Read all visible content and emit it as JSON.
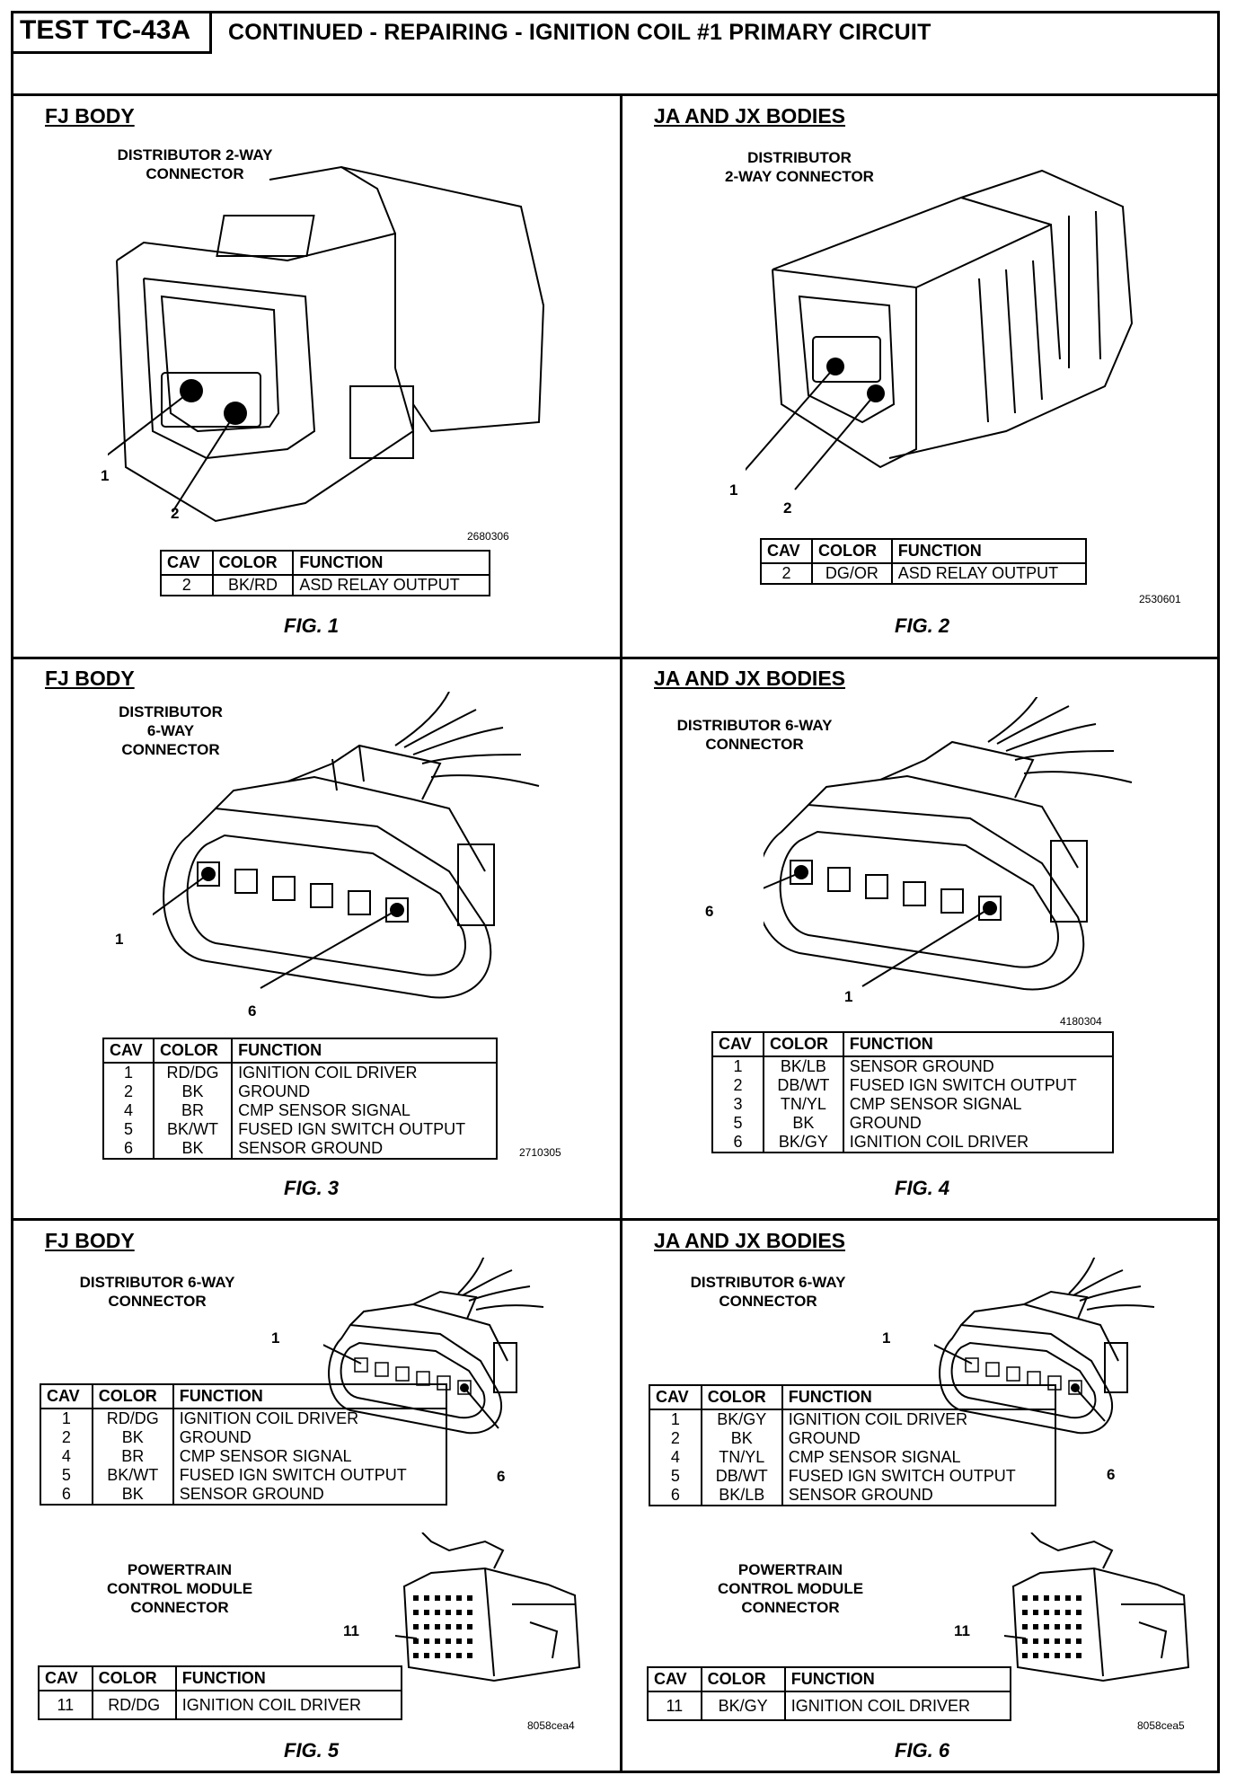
{
  "header": {
    "test_id": "TEST TC-43A",
    "title": "CONTINUED - REPAIRING - IGNITION COIL #1 PRIMARY CIRCUIT"
  },
  "columns": {
    "cav": "CAV",
    "color": "COLOR",
    "function": "FUNCTION"
  },
  "panels": {
    "fig1": {
      "body": "FJ BODY",
      "connector": "DISTRIBUTOR 2-WAY\nCONNECTOR",
      "callouts": [
        "1",
        "2"
      ],
      "code": "2680306",
      "rows": [
        {
          "cav": "2",
          "color": "BK/RD",
          "function": "ASD RELAY OUTPUT"
        }
      ],
      "caption": "FIG. 1"
    },
    "fig2": {
      "body": "JA AND JX BODIES",
      "connector": "DISTRIBUTOR\n2-WAY CONNECTOR",
      "callouts": [
        "1",
        "2"
      ],
      "code": "2530601",
      "rows": [
        {
          "cav": "2",
          "color": "DG/OR",
          "function": "ASD RELAY OUTPUT"
        }
      ],
      "caption": "FIG. 2"
    },
    "fig3": {
      "body": "FJ BODY",
      "connector": "DISTRIBUTOR\n6-WAY\nCONNECTOR",
      "callouts": [
        "1",
        "6"
      ],
      "code": "2710305",
      "rows": [
        {
          "cav": "1",
          "color": "RD/DG",
          "function": "IGNITION COIL DRIVER"
        },
        {
          "cav": "2",
          "color": "BK",
          "function": "GROUND"
        },
        {
          "cav": "4",
          "color": "BR",
          "function": "CMP SENSOR SIGNAL"
        },
        {
          "cav": "5",
          "color": "BK/WT",
          "function": "FUSED IGN SWITCH OUTPUT"
        },
        {
          "cav": "6",
          "color": "BK",
          "function": "SENSOR GROUND"
        }
      ],
      "caption": "FIG. 3"
    },
    "fig4": {
      "body": "JA AND JX BODIES",
      "connector": "DISTRIBUTOR 6-WAY\nCONNECTOR",
      "callouts": [
        "6",
        "1"
      ],
      "code": "4180304",
      "rows": [
        {
          "cav": "1",
          "color": "BK/LB",
          "function": "SENSOR GROUND"
        },
        {
          "cav": "2",
          "color": "DB/WT",
          "function": "FUSED IGN SWITCH OUTPUT"
        },
        {
          "cav": "3",
          "color": "TN/YL",
          "function": "CMP SENSOR SIGNAL"
        },
        {
          "cav": "5",
          "color": "BK",
          "function": "GROUND"
        },
        {
          "cav": "6",
          "color": "BK/GY",
          "function": "IGNITION COIL DRIVER"
        }
      ],
      "caption": "FIG. 4"
    },
    "fig5": {
      "body": "FJ BODY",
      "connector": "DISTRIBUTOR 6-WAY\nCONNECTOR",
      "callouts": [
        "1",
        "6"
      ],
      "rows": [
        {
          "cav": "1",
          "color": "RD/DG",
          "function": "IGNITION COIL DRIVER"
        },
        {
          "cav": "2",
          "color": "BK",
          "function": "GROUND"
        },
        {
          "cav": "4",
          "color": "BR",
          "function": "CMP SENSOR SIGNAL"
        },
        {
          "cav": "5",
          "color": "BK/WT",
          "function": "FUSED IGN SWITCH OUTPUT"
        },
        {
          "cav": "6",
          "color": "BK",
          "function": "SENSOR GROUND"
        }
      ],
      "pcm_label": "POWERTRAIN\nCONTROL MODULE\nCONNECTOR",
      "pcm_callout": "11",
      "pcm_rows": [
        {
          "cav": "11",
          "color": "RD/DG",
          "function": "IGNITION COIL DRIVER"
        }
      ],
      "code": "8058cea4",
      "caption": "FIG. 5"
    },
    "fig6": {
      "body": "JA AND JX BODIES",
      "connector": "DISTRIBUTOR 6-WAY\nCONNECTOR",
      "callouts": [
        "1",
        "6"
      ],
      "rows": [
        {
          "cav": "1",
          "color": "BK/GY",
          "function": "IGNITION COIL DRIVER"
        },
        {
          "cav": "2",
          "color": "BK",
          "function": "GROUND"
        },
        {
          "cav": "4",
          "color": "TN/YL",
          "function": "CMP SENSOR SIGNAL"
        },
        {
          "cav": "5",
          "color": "DB/WT",
          "function": "FUSED IGN SWITCH OUTPUT"
        },
        {
          "cav": "6",
          "color": "BK/LB",
          "function": "SENSOR GROUND"
        }
      ],
      "pcm_label": "POWERTRAIN\nCONTROL MODULE\nCONNECTOR",
      "pcm_callout": "11",
      "pcm_rows": [
        {
          "cav": "11",
          "color": "BK/GY",
          "function": "IGNITION COIL DRIVER"
        }
      ],
      "code": "8058cea5",
      "caption": "FIG. 6"
    }
  }
}
